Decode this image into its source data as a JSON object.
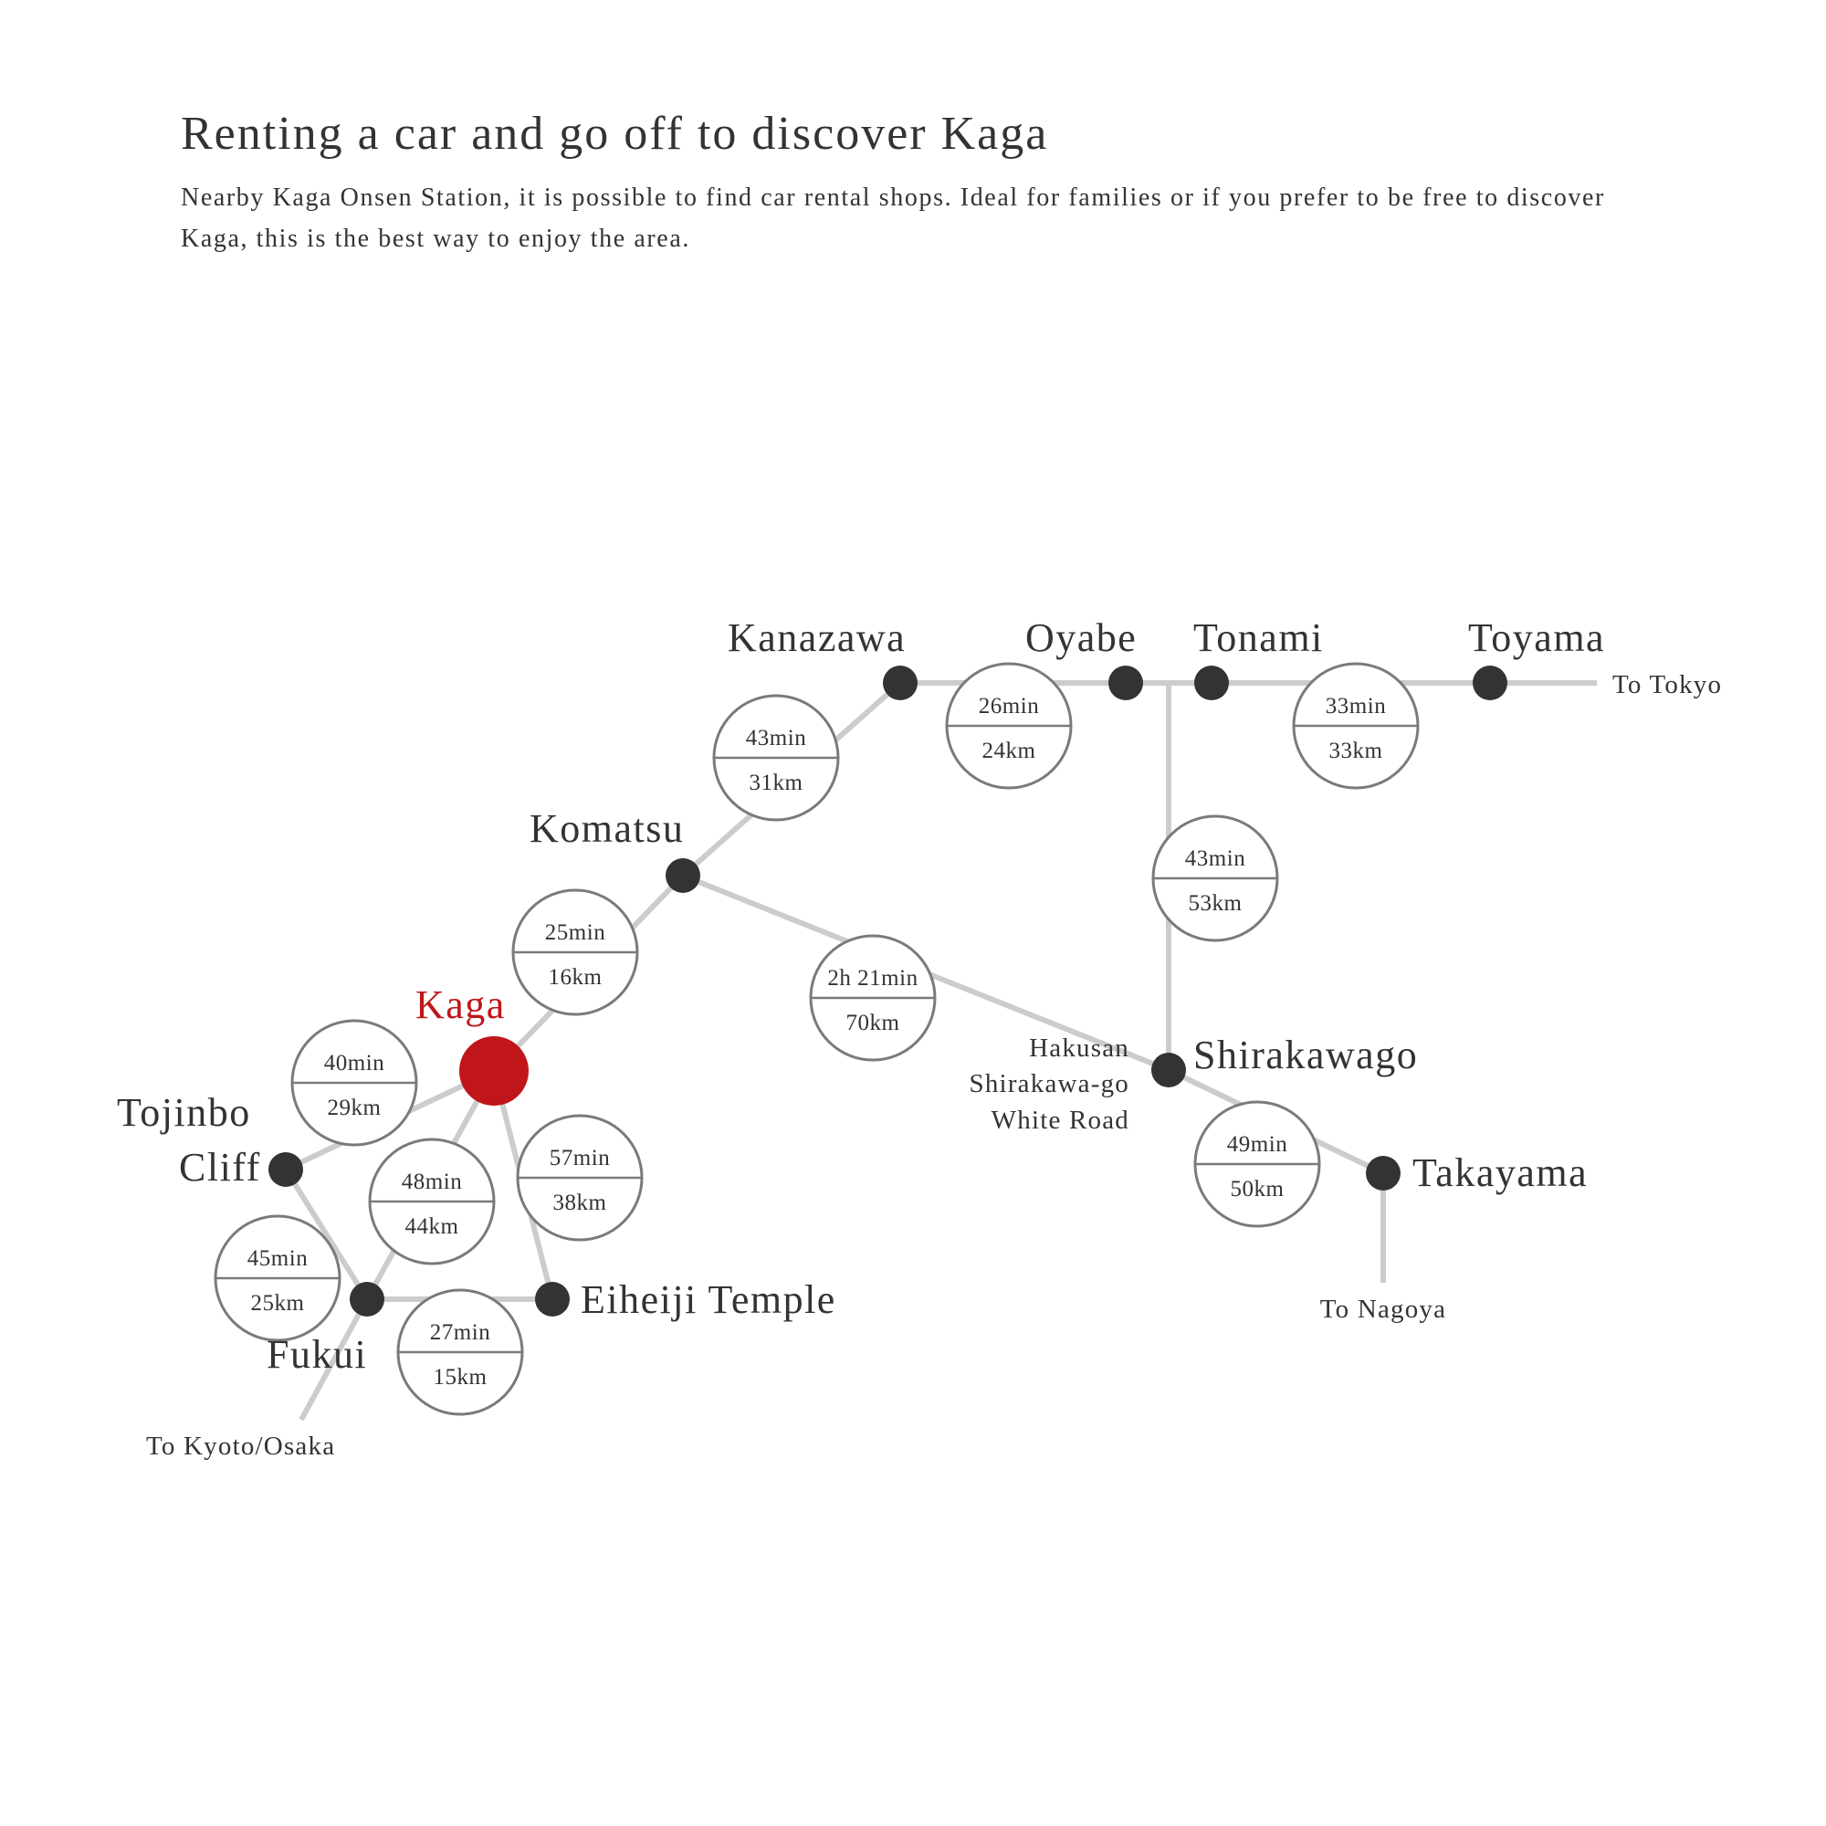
{
  "header": {
    "title": "Renting a car and go off to discover Kaga",
    "description": "Nearby Kaga Onsen Station, it is possible to find car rental shops. Ideal for families or if you prefer to be free to discover Kaga, this is the best way to enjoy the area."
  },
  "colors": {
    "route": "#cccccc",
    "station": "#333333",
    "home": "#c0161a",
    "badge_border": "#7a7a7a",
    "text": "#333333"
  },
  "places": {
    "kanazawa": "Kanazawa",
    "oyabe": "Oyabe",
    "tonami": "Tonami",
    "toyama": "Toyama",
    "komatsu": "Komatsu",
    "kaga": "Kaga",
    "tojinbo_1": "Tojinbo",
    "tojinbo_2": "Cliff",
    "fukui": "Fukui",
    "eiheiji": "Eiheiji Temple",
    "hakusan_1": "Hakusan",
    "hakusan_2": "Shirakawa-go",
    "hakusan_3": "White Road",
    "shirakawago": "Shirakawago",
    "takayama": "Takayama"
  },
  "directions": {
    "tokyo": "To Tokyo",
    "nagoya": "To Nagoya",
    "kyoto_osaka": "To Kyoto/Osaka"
  },
  "routes": [
    {
      "id": "komatsu-kanazawa",
      "time": "43min",
      "distance": "31km"
    },
    {
      "id": "kanazawa-oyabe",
      "time": "26min",
      "distance": "24km"
    },
    {
      "id": "tonami-toyama",
      "time": "33min",
      "distance": "33km"
    },
    {
      "id": "oyabe-shirakawago",
      "time": "43min",
      "distance": "53km"
    },
    {
      "id": "kaga-komatsu",
      "time": "25min",
      "distance": "16km"
    },
    {
      "id": "komatsu-shirakawago",
      "time": "2h 21min",
      "distance": "70km"
    },
    {
      "id": "kaga-tojinbo",
      "time": "40min",
      "distance": "29km"
    },
    {
      "id": "kaga-fukui",
      "time": "48min",
      "distance": "44km"
    },
    {
      "id": "kaga-eiheiji",
      "time": "57min",
      "distance": "38km"
    },
    {
      "id": "tojinbo-fukui",
      "time": "45min",
      "distance": "25km"
    },
    {
      "id": "fukui-eiheiji",
      "time": "27min",
      "distance": "15km"
    },
    {
      "id": "shirakawago-takayama",
      "time": "49min",
      "distance": "50km"
    }
  ]
}
